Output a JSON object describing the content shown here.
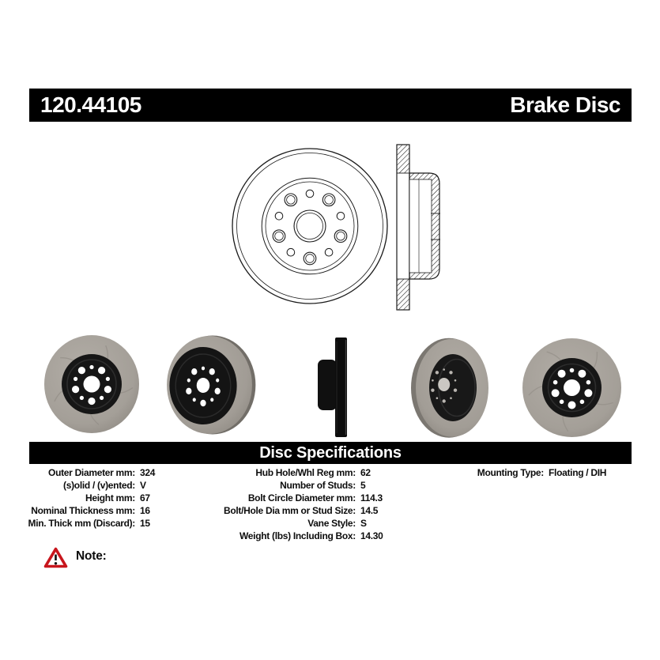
{
  "header": {
    "part_number": "120.44105",
    "product_name": "Brake Disc"
  },
  "spec_section": {
    "title": "Disc Specifications"
  },
  "specs": {
    "left": [
      {
        "label": "Outer Diameter mm:",
        "value": "324"
      },
      {
        "label": "(s)olid / (v)ented:",
        "value": "V"
      },
      {
        "label": "Height mm:",
        "value": "67"
      },
      {
        "label": "Nominal Thickness mm:",
        "value": "16"
      },
      {
        "label": "Min. Thick mm (Discard):",
        "value": "15"
      }
    ],
    "middle": [
      {
        "label": "Hub Hole/Whl Reg mm:",
        "value": "62"
      },
      {
        "label": "Number of Studs:",
        "value": "5"
      },
      {
        "label": "Bolt Circle Diameter mm:",
        "value": "114.3"
      },
      {
        "label": "Bolt/Hole Dia mm or Stud Size:",
        "value": "14.5"
      },
      {
        "label": "Vane Style:",
        "value": "S"
      },
      {
        "label": "Weight (lbs) Including Box:",
        "value": "14.30"
      }
    ],
    "right": [
      {
        "label": "Mounting Type:",
        "value": "Floating / DIH"
      }
    ]
  },
  "note": {
    "label": "Note:",
    "icon": "warning-triangle-icon"
  },
  "colors": {
    "bar_background": "#000000",
    "bar_text": "#ffffff",
    "warning_red": "#c8161d",
    "photo_ring_gray": "#a49f98",
    "photo_hat_black": "#161616",
    "drawing_line": "#1a1a1a"
  }
}
